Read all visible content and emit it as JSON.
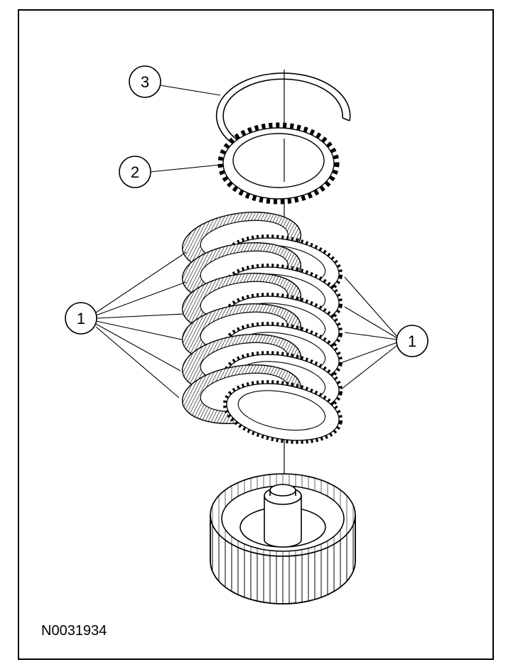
{
  "figure": {
    "figure_id": "N0031934",
    "stroke_color": "#000000",
    "background_color": "#ffffff",
    "callouts": [
      {
        "id": "callout-3",
        "label": "3",
        "points_to": "snap-ring"
      },
      {
        "id": "callout-2",
        "label": "2",
        "points_to": "pressure-plate"
      },
      {
        "id": "callout-1-left",
        "label": "1",
        "points_to": "friction-plates"
      },
      {
        "id": "callout-1-right",
        "label": "1",
        "points_to": "steel-plates"
      }
    ],
    "parts": [
      "snap-ring",
      "pressure-plate",
      "clutch-plate-stack",
      "clutch-drum"
    ]
  }
}
